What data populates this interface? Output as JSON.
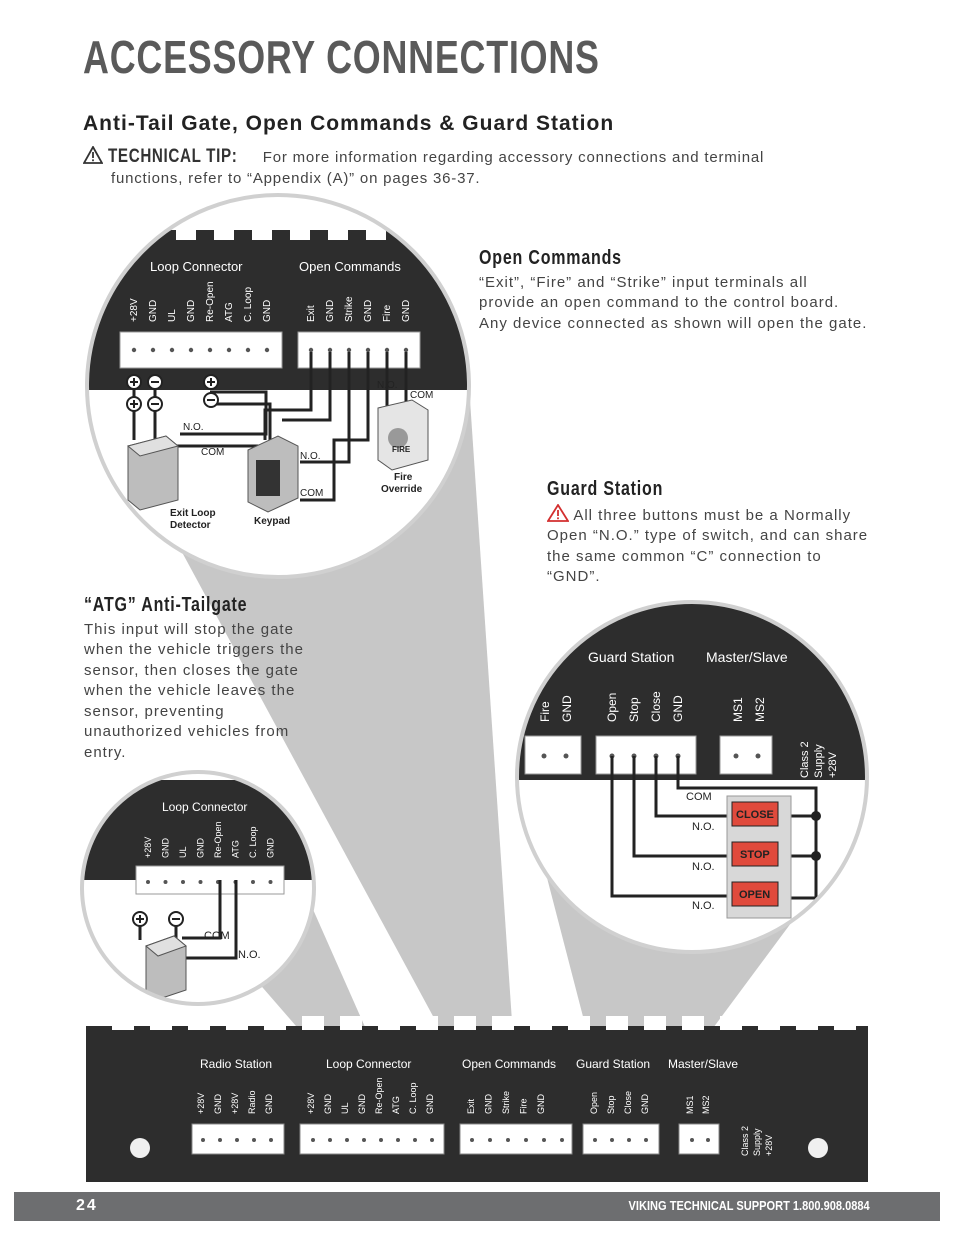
{
  "page": {
    "title": "ACCESSORY CONNECTIONS",
    "subtitle": "Anti-Tail Gate, Open Commands & Guard Station"
  },
  "tip": {
    "label": "TECHNICAL TIP:",
    "text_line1": "For more information regarding accessory connections and terminal",
    "text_line2": "functions, refer to “Appendix (A)” on pages 36-37."
  },
  "open_commands": {
    "heading": "Open Commands",
    "body": "“Exit”, “Fire” and “Strike” input terminals all provide an open command to the control board. Any device connected as shown will open the gate."
  },
  "guard_station": {
    "heading": "Guard Station",
    "body": "All three buttons must be a Normally Open “N.O.” type of switch, and can share the same common “C” connection to “GND”."
  },
  "atg": {
    "heading": "“ATG” Anti-Tailgate",
    "body": "This input will stop the gate when the vehicle triggers the sensor, then closes the gate when the vehicle leaves the sensor, preventing unauthorized vehicles from entry."
  },
  "diagram_top": {
    "loop_header": "Loop Connector",
    "open_header": "Open Commands",
    "loop_pins": [
      "+28V",
      "GND",
      "UL",
      "GND",
      "Re-Open",
      "ATG",
      "C. Loop",
      "GND"
    ],
    "open_pins": [
      "Exit",
      "GND",
      "Strike",
      "GND",
      "Fire",
      "GND"
    ],
    "no": "N.O.",
    "com": "COM",
    "exit_loop": "Exit Loop",
    "detector": "Detector",
    "keypad": "Keypad",
    "fire": "Fire",
    "override": "Override",
    "fire_badge": "FIRE"
  },
  "diagram_guard": {
    "guard_header": "Guard Station",
    "ms_header": "Master/Slave",
    "left_pins": [
      "Fire",
      "GND"
    ],
    "guard_pins": [
      "Open",
      "Stop",
      "Close",
      "GND"
    ],
    "ms_pins": [
      "MS1",
      "MS2"
    ],
    "class2": [
      "Class 2",
      "Supply",
      "+28V"
    ],
    "com": "COM",
    "no": "N.O.",
    "buttons": [
      "CLOSE",
      "STOP",
      "OPEN"
    ]
  },
  "diagram_atg": {
    "header": "Loop Connector",
    "pins": [
      "+28V",
      "GND",
      "UL",
      "GND",
      "Re-Open",
      "ATG",
      "C. Loop",
      "GND"
    ],
    "com": "COM",
    "no": "N.O."
  },
  "board": {
    "sections": [
      "Radio Station",
      "Loop Connector",
      "Open Commands",
      "Guard Station",
      "Master/Slave"
    ],
    "radio_pins": [
      "+28V",
      "GND",
      "+28V",
      "Radio",
      "GND"
    ],
    "loop_pins": [
      "+28V",
      "GND",
      "UL",
      "GND",
      "Re-Open",
      "ATG",
      "C. Loop",
      "GND"
    ],
    "open_pins": [
      "Exit",
      "GND",
      "Strike",
      "Fire",
      "GND"
    ],
    "guard_pins": [
      "Open",
      "Stop",
      "Close",
      "GND"
    ],
    "ms_pins": [
      "MS1",
      "MS2"
    ],
    "class2": [
      "Class 2",
      "Supply",
      "+28V"
    ]
  },
  "footer": {
    "page_number": "24",
    "support": "VIKING TECHNICAL SUPPORT 1.800.908.0884"
  },
  "colors": {
    "board": "#2d2d2d",
    "title_gray": "#5a5a5a",
    "footer": "#6d6e70",
    "warning_red": "#d32f2f",
    "button_red": "#e04a3c",
    "callout_gray": "#c7c7c7"
  }
}
